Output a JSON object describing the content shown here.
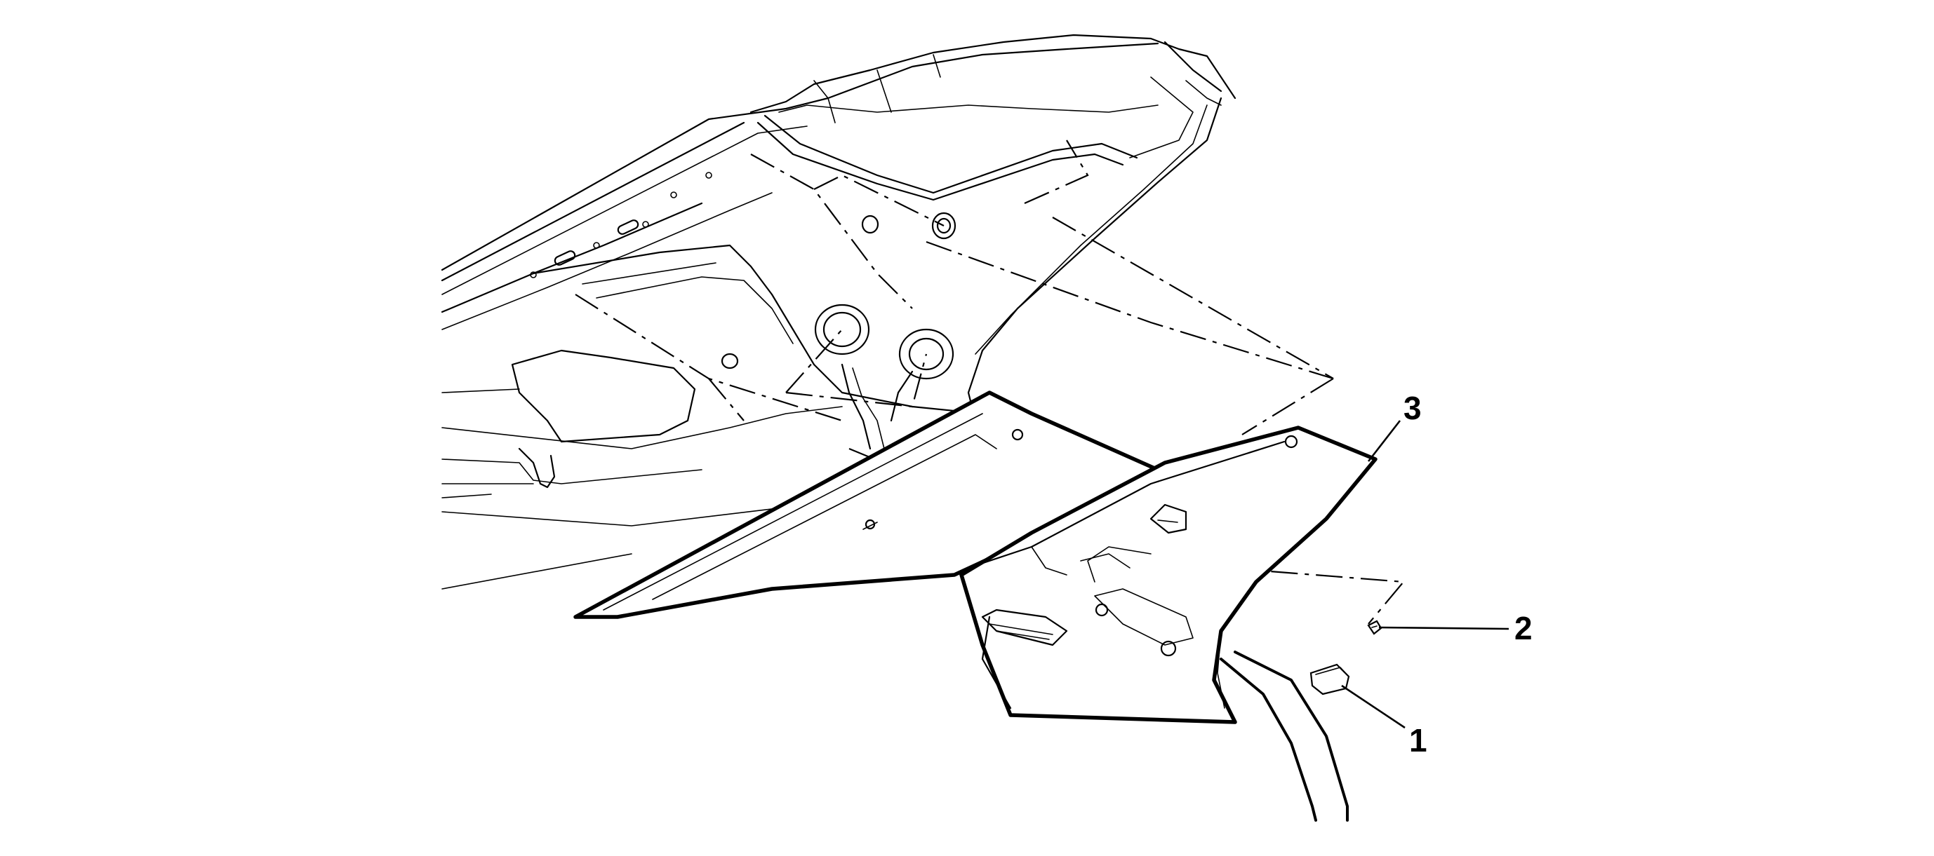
{
  "callouts": [
    {
      "id": "1",
      "label": "1",
      "part": "cap"
    },
    {
      "id": "2",
      "label": "2",
      "part": "fastener"
    },
    {
      "id": "3",
      "label": "3",
      "part": "trim-panel"
    }
  ]
}
